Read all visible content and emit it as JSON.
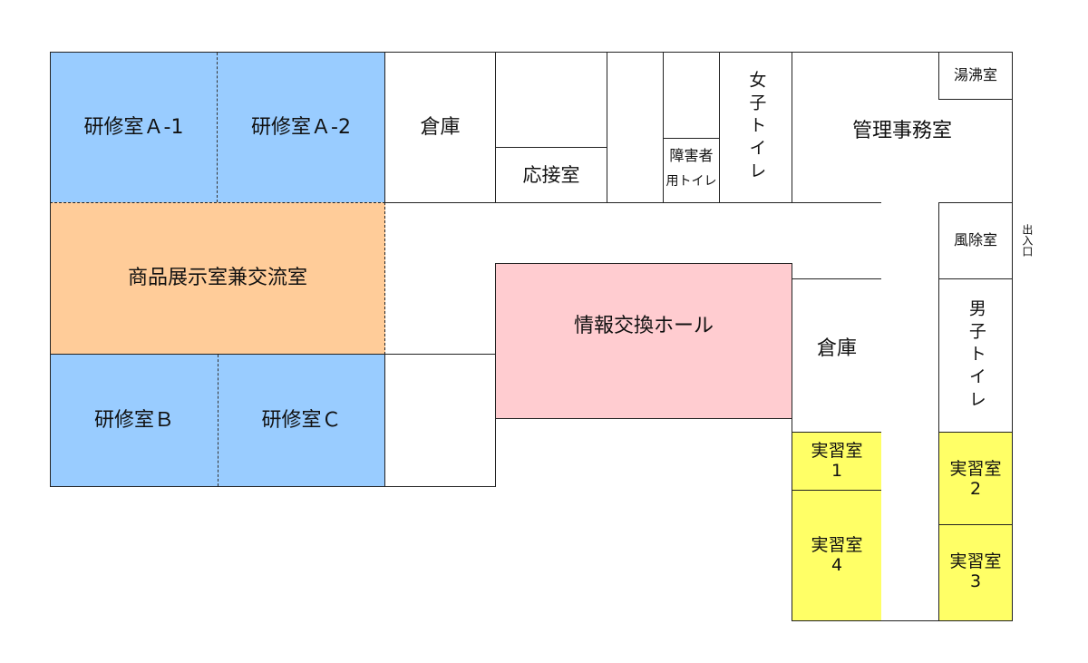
{
  "rooms": {
    "training_a1": "研修室Ａ-1",
    "training_a2": "研修室Ａ-2",
    "storage_top": "倉庫",
    "reception": "応接室",
    "accessible_toilet_line1": "障害者",
    "accessible_toilet_line2": "用トイレ",
    "womens_toilet": "女子トイレ",
    "management_office": "管理事務室",
    "kettle_room": "湯沸室",
    "showroom_exchange": "商品展示室兼交流室",
    "info_exchange_hall": "情報交換ホール",
    "windbreak_room": "風除室",
    "entrance": "出入口",
    "storage_right": "倉庫",
    "mens_toilet": "男子トイレ",
    "training_b": "研修室Ｂ",
    "training_c": "研修室Ｃ",
    "practice_1": "実習室\n1",
    "practice_2": "実習室\n2",
    "practice_3": "実習室\n3",
    "practice_4": "実習室\n4"
  },
  "colors": {
    "training": "#99ccff",
    "showroom": "#ffcc99",
    "hall": "#ffccd0",
    "practice": "#ffff66",
    "wall": "#222222"
  }
}
